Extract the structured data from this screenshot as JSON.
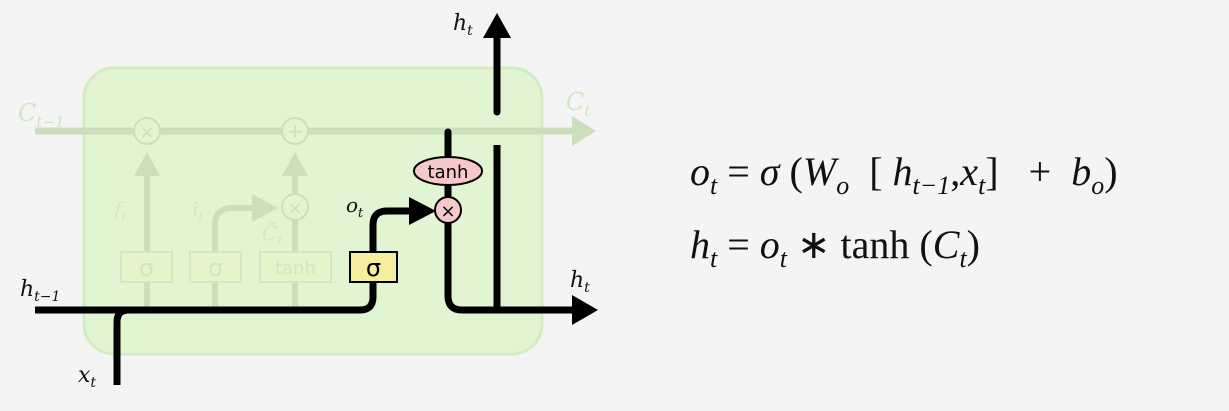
{
  "diagram": {
    "title": "LSTM output gate",
    "colors": {
      "background": "#f4f4f4",
      "cell_fill": "#e1f5d3",
      "cell_stroke": "#d4ecc3",
      "faded_line": "#cbdfbc",
      "faded_text": "#cfe6c0",
      "active_line": "#000000",
      "sigma_box": "#f5ee9f",
      "pointwise_op": "#f7c8c9"
    },
    "labels": {
      "c_prev": {
        "base": "C",
        "sub": "t−1"
      },
      "c_next": {
        "base": "C",
        "sub": "t"
      },
      "h_prev": {
        "base": "h",
        "sub": "t−1"
      },
      "h_out_top": {
        "base": "h",
        "sub": "t"
      },
      "h_out_right": {
        "base": "h",
        "sub": "t"
      },
      "x_in": {
        "base": "x",
        "sub": "t"
      },
      "f_gate": {
        "base": "f",
        "sub": "t"
      },
      "i_gate": {
        "base": "i",
        "sub": "t"
      },
      "c_tilde": {
        "base": "C̃",
        "sub": "t"
      },
      "o_gate": {
        "base": "o",
        "sub": "t"
      }
    },
    "nodes": {
      "forget_multiply": "×",
      "cell_add": "+",
      "input_multiply": "×",
      "output_multiply": "×",
      "forget_sigma": "σ",
      "input_sigma": "σ",
      "candidate_tanh": "tanh",
      "output_sigma": "σ",
      "output_tanh": "tanh"
    }
  },
  "equations": {
    "eq1": {
      "lhs": "o",
      "lhs_sub": "t",
      "eq": "=",
      "fn": "σ",
      "open": "(",
      "w": "W",
      "w_sub": "o",
      "bracket_open": "[",
      "h": "h",
      "h_sub": "t−1",
      "comma": ",",
      "x": "x",
      "x_sub": "t",
      "bracket_close": "]",
      "plus": "+",
      "b": "b",
      "b_sub": "o",
      "close": ")"
    },
    "eq2": {
      "lhs": "h",
      "lhs_sub": "t",
      "eq": "=",
      "o": "o",
      "o_sub": "t",
      "star": "∗",
      "fn": "tanh",
      "open": "(",
      "c": "C",
      "c_sub": "t",
      "close": ")"
    }
  }
}
